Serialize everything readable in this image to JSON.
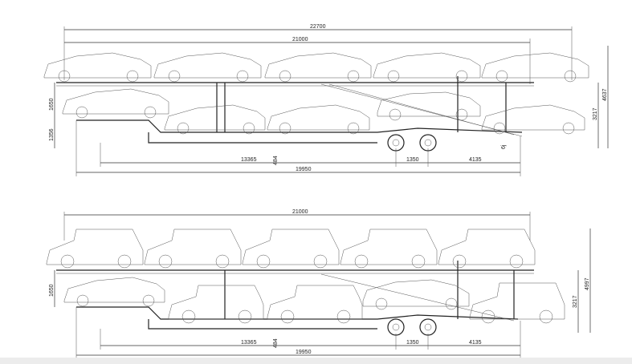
{
  "drawing_top": {
    "overall_length": "22700",
    "trailer_length": "21000",
    "upper_deck_height": "1650",
    "lower_height": "1356",
    "total_height": "4637",
    "rear_height": "3217",
    "king_pin": "484",
    "front_to_axle": "13365",
    "axle_spread": "1350",
    "rear_overhang": "4135",
    "deck_length": "19950",
    "small_tag": "6j",
    "vehicles_upper": 5,
    "vehicles_lower": 5
  },
  "drawing_bottom": {
    "trailer_length": "21000",
    "upper_deck_height": "1650",
    "total_height": "4997",
    "rear_height": "3217",
    "king_pin": "484",
    "front_to_axle": "13365",
    "axle_spread": "1350",
    "rear_overhang": "4135",
    "deck_length": "19950",
    "vehicles_upper": 5,
    "vehicles_lower": 5
  }
}
